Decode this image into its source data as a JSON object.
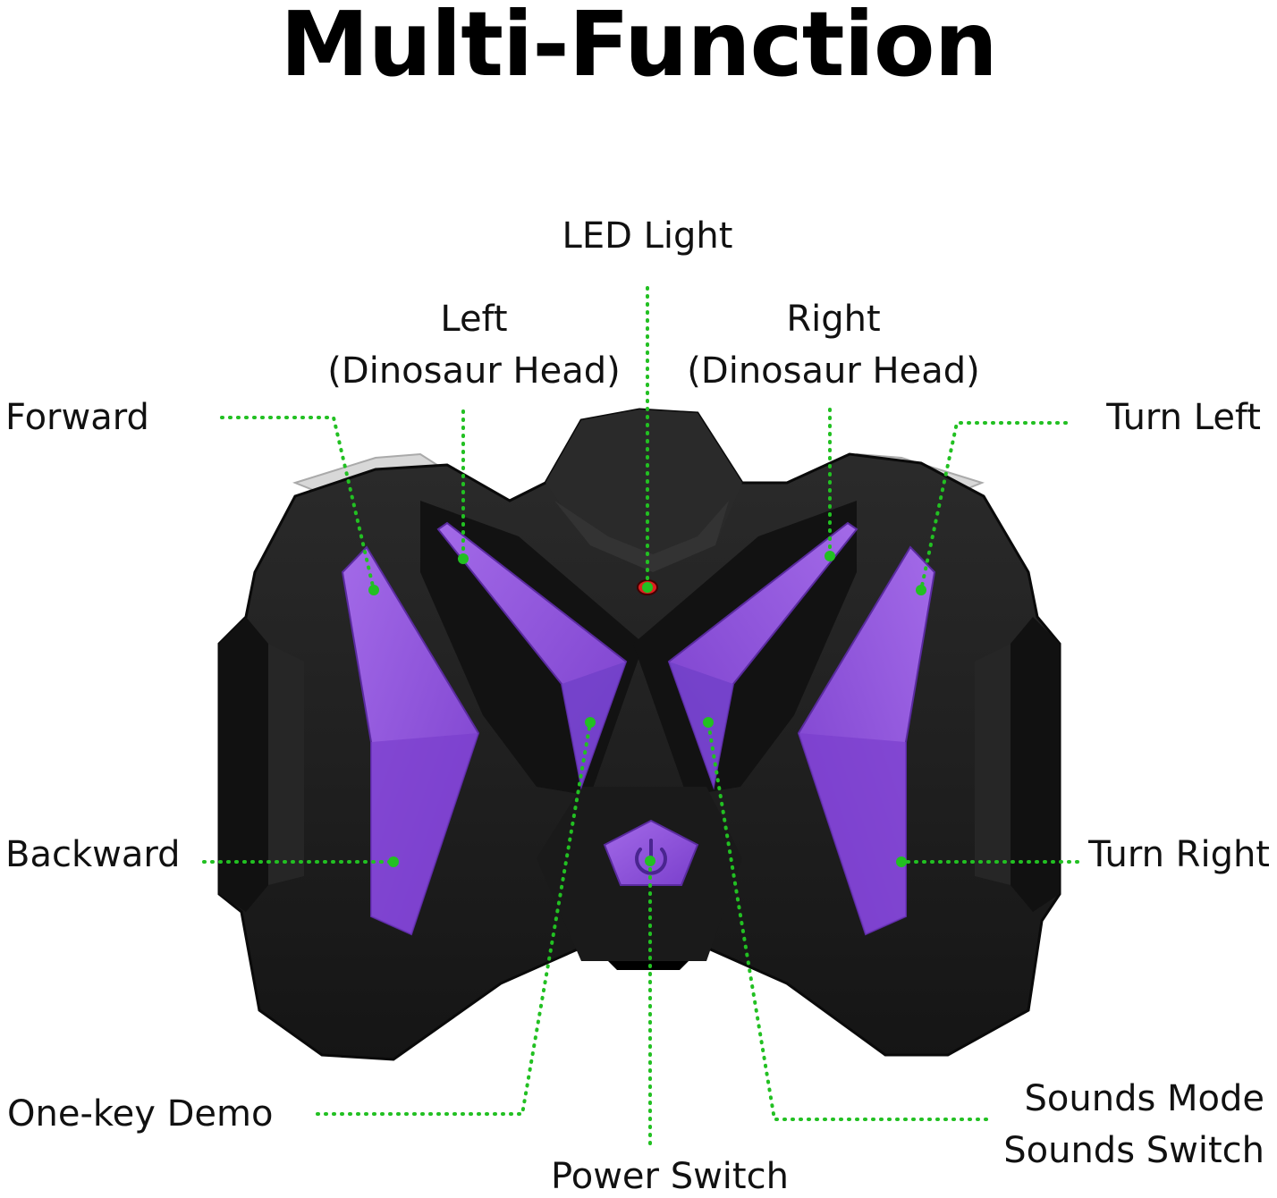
{
  "title": "Multi-Function",
  "colors": {
    "body": "#1e1e1e",
    "body_edge": "#0a0a0a",
    "body_highlight": "#3a3a3a",
    "purple": "#8a4fd9",
    "purple_light": "#a06ae6",
    "purple_dark": "#6d35bb",
    "leader": "#22c022",
    "led": "#e02020",
    "text": "#111111"
  },
  "labels": {
    "led_light": "LED Light",
    "left_head_1": "Left",
    "left_head_2": "(Dinosaur Head)",
    "right_head_1": "Right",
    "right_head_2": "(Dinosaur Head)",
    "forward": "Forward",
    "turn_left": "Turn Left",
    "backward": "Backward",
    "turn_right": "Turn Right",
    "one_key_demo": "One-key Demo",
    "sounds_mode": "Sounds Mode",
    "sounds_switch": "Sounds Switch",
    "power_switch": "Power Switch"
  },
  "icons": {
    "power": "power-icon"
  }
}
